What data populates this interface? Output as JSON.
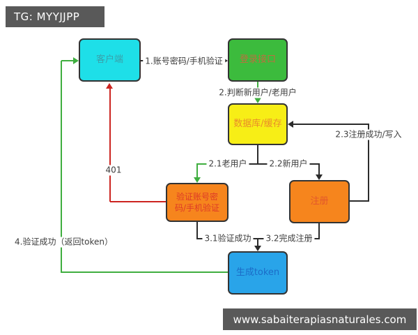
{
  "watermarks": {
    "tg": "TG: MYYJJPP",
    "site": "www.sabaiterapiasnaturales.com"
  },
  "colors": {
    "bar_bg": "#595959",
    "node_border": "#333333",
    "line_black": "#2b2b2b",
    "line_green": "#3fae3f",
    "line_red": "#cc2420",
    "edge_label_text": "#3d3d3d"
  },
  "diagram": {
    "title": "login-token-flowchart",
    "nodes": {
      "client": {
        "label": "客户端",
        "fill": "#1edfe8",
        "text": "#3aa0aa"
      },
      "login": {
        "label": "登录接口",
        "fill": "#3cbb3d",
        "text": "#bc6f3f"
      },
      "database": {
        "label": "数据库/缓存",
        "fill": "#f7ee16",
        "text": "#ea8c2a"
      },
      "verify": {
        "label": "验证账号密码/手机验证",
        "fill": "#f6851d",
        "text": "#de3a27"
      },
      "register": {
        "label": "注册",
        "fill": "#f6851d",
        "text": "#e2562c"
      },
      "token": {
        "label": "生成token",
        "fill": "#29a4e9",
        "text": "#1b6cc8"
      }
    },
    "edges": {
      "e1": {
        "label": "1.账号密码/手机验证",
        "from": "client",
        "to": "login",
        "color": "#2b2b2b"
      },
      "e2": {
        "label": "2.判断新用户/老用户",
        "from": "login",
        "to": "database",
        "color": "#3fae3f"
      },
      "e21": {
        "label": "2.1老用户",
        "from": "database",
        "to": "verify",
        "color": "#3fae3f"
      },
      "e22": {
        "label": "2.2新用户",
        "from": "database",
        "to": "register",
        "color": "#2b2b2b"
      },
      "e23": {
        "label": "2.3注册成功/写入",
        "from": "register",
        "to": "database",
        "color": "#2b2b2b"
      },
      "e401": {
        "label": "401",
        "from": "verify",
        "to": "client",
        "color": "#cc2420"
      },
      "e31": {
        "label": "3.1验证成功",
        "from": "verify",
        "to": "token",
        "color": "#2b2b2b"
      },
      "e32": {
        "label": "3.2完成注册",
        "from": "register",
        "to": "token",
        "color": "#2b2b2b"
      },
      "e4": {
        "label": "4.验证成功（返回token）",
        "from": "token",
        "to": "client",
        "color": "#3fae3f"
      }
    }
  }
}
